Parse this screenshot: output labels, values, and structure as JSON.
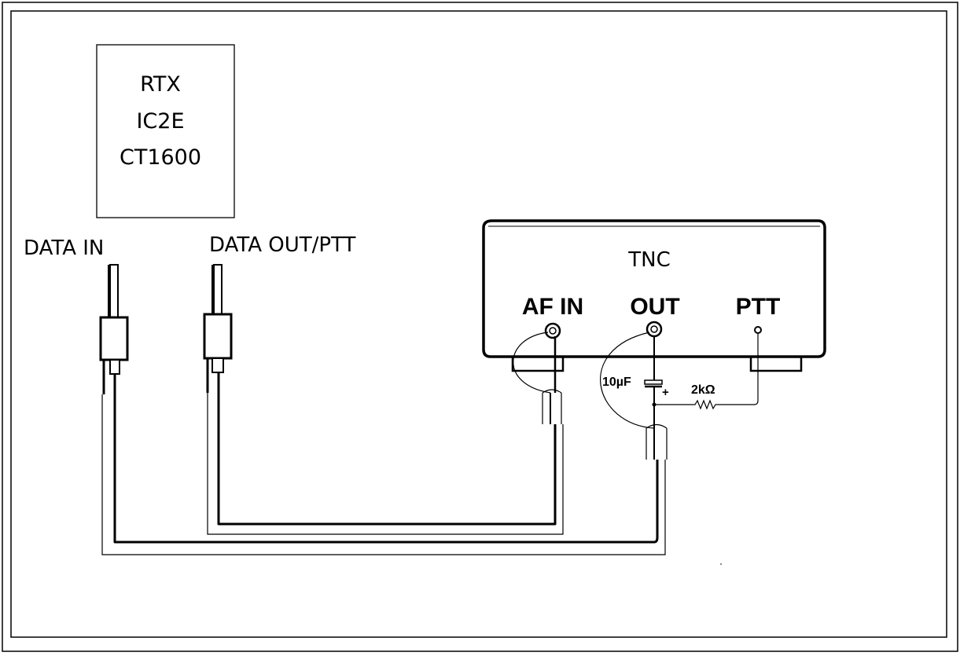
{
  "radio": {
    "line1": "RTX",
    "line2": "IC2E",
    "line3": "CT1600"
  },
  "plugs": {
    "data_in": "DATA IN",
    "data_out_ptt": "DATA OUT/PTT"
  },
  "tnc": {
    "title": "TNC",
    "af_in": "AF IN",
    "out": "OUT",
    "ptt": "PTT"
  },
  "components": {
    "capacitor": "10µF",
    "capacitor_polarity": "+",
    "resistor": "2kΩ"
  }
}
